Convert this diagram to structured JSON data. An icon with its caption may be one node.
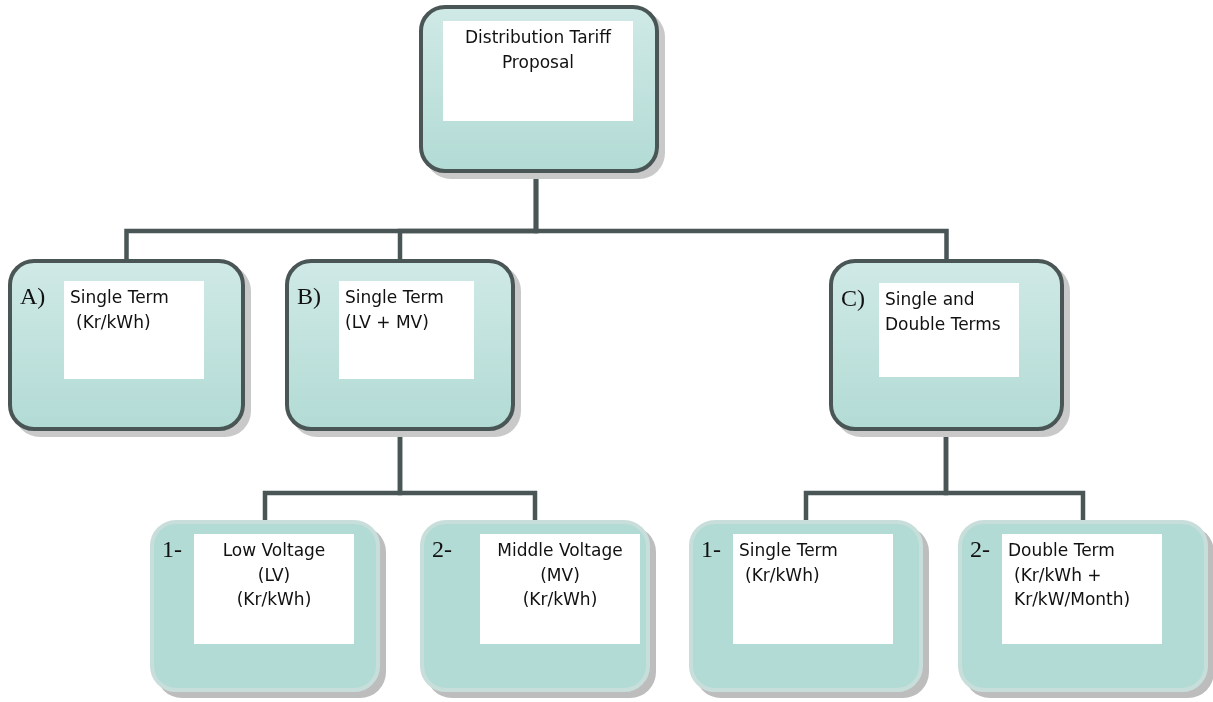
{
  "diagram": {
    "nodes": [
      {
        "text": [
          "Distribution Tariff Proposal"
        ]
      },
      {
        "text": [
          "A)",
          "Single Term",
          "(Kr/kWh)"
        ]
      },
      {
        "text": [
          "B)",
          "Single Term",
          "(LV + MV)"
        ]
      },
      {
        "text": [
          "C)",
          "Single and Double Terms"
        ]
      },
      {
        "text": [
          "1-",
          "Low Voltage",
          "(LV)",
          "(Kr/kWh)"
        ]
      },
      {
        "text": [
          "2-",
          "Middle Voltage",
          "(MV)",
          "(Kr/kWh)"
        ]
      },
      {
        "text": [
          "1-",
          "Single Term",
          "(Kr/kWh)"
        ]
      },
      {
        "text": [
          "2-",
          "Double Term",
          "(Kr/kWh + Kr/kW/Month)"
        ]
      }
    ],
    "edges": [
      {
        "from": 0,
        "to": 1,
        "arrow": "none"
      },
      {
        "from": 0,
        "to": 2,
        "arrow": "none"
      },
      {
        "from": 0,
        "to": 3,
        "arrow": "none"
      },
      {
        "from": 2,
        "to": 4,
        "arrow": "none"
      },
      {
        "from": 2,
        "to": 5,
        "arrow": "none"
      },
      {
        "from": 3,
        "to": 6,
        "arrow": "none"
      },
      {
        "from": 3,
        "to": 7,
        "arrow": "none"
      }
    ]
  }
}
